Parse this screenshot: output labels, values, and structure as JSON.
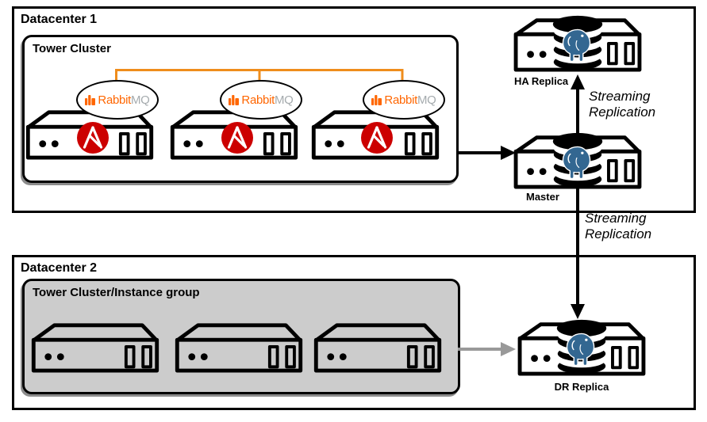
{
  "datacenter1": {
    "label": "Datacenter 1",
    "tower_cluster_label": "Tower Cluster"
  },
  "datacenter2": {
    "label": "Datacenter 2",
    "group_label": "Tower Cluster/Instance group"
  },
  "rabbitmq": {
    "brand": "Rabbit",
    "suffix": "MQ"
  },
  "nodes": {
    "ha_replica": "HA Replica",
    "master": "Master",
    "dr_replica": "DR Replica"
  },
  "replication": {
    "line1": "Streaming",
    "line2": "Replication"
  },
  "colors": {
    "connector_orange": "#ef8d1c",
    "rabbitmq_orange": "#ff6600",
    "rabbitmq_suffix_gray": "#a5abae",
    "ansible_red": "#cc0000",
    "postgres_blue": "#336791",
    "group_fill_gray": "#cccccc",
    "arrow_gray": "#999999",
    "outline_black": "#000000"
  }
}
